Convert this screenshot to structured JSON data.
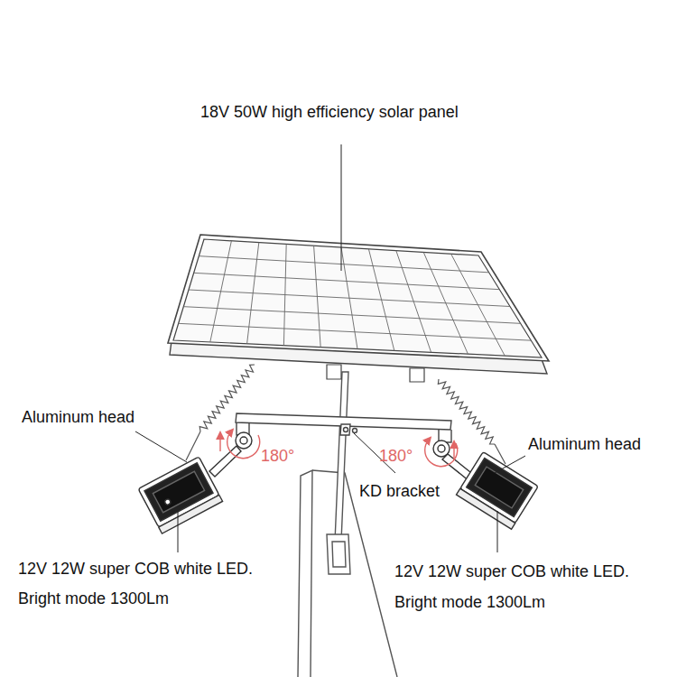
{
  "diagram": {
    "labels": [
      "18V 50W high efficiency solar panel",
      "Aluminum head",
      "Aluminum head",
      "180°",
      "180°",
      "KD bracket",
      "12V 12W super COB white LED.",
      "Bright mode 1300Lm",
      "12V 12W super COB white LED.",
      "Bright mode 1300Lm"
    ]
  }
}
